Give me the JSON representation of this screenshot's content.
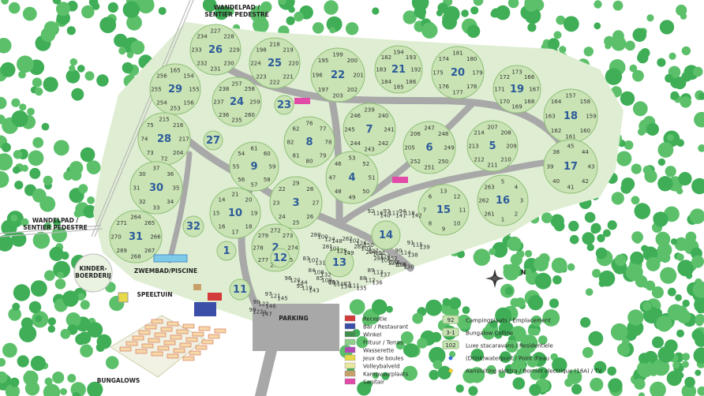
{
  "labels": {
    "wandelpad_top_1": "WANDELPAD /",
    "wandelpad_top_2": "SENTIER PEDESTRE",
    "wandelpad_left_1": "WANDELPAD /",
    "wandelpad_left_2": "SENTIER PEDESTRE",
    "kinderboerderij_1": "KINDER-",
    "kinderboerderij_2": "BOERDERIJ",
    "zwembad": "ZWEMBAD/PISCINE",
    "speeltuin": "SPEELTUIN",
    "parking": "PARKING",
    "bungalows": "BUNGALOWS",
    "compass": "N"
  },
  "zones": [
    "26",
    "25",
    "22",
    "21",
    "20",
    "19",
    "18",
    "29",
    "24",
    "23",
    "7",
    "6",
    "5",
    "28",
    "27",
    "8",
    "9",
    "4",
    "17",
    "30",
    "3",
    "10",
    "15",
    "16",
    "31",
    "32",
    "1",
    "2",
    "12",
    "14",
    "13",
    "11"
  ],
  "pitches": [
    "227",
    "228",
    "229",
    "230",
    "231",
    "232",
    "233",
    "234",
    "218",
    "219",
    "220",
    "221",
    "222",
    "223",
    "224",
    "198",
    "199",
    "200",
    "201",
    "202",
    "203",
    "197",
    "196",
    "195",
    "194",
    "193",
    "192",
    "186",
    "185",
    "184",
    "183",
    "182",
    "181",
    "180",
    "179",
    "178",
    "177",
    "176",
    "175",
    "174",
    "173",
    "166",
    "167",
    "168",
    "169",
    "170",
    "171",
    "172",
    "157",
    "158",
    "159",
    "160",
    "161",
    "162",
    "163",
    "164",
    "165",
    "154",
    "155",
    "156",
    "253",
    "254",
    "255",
    "256",
    "257",
    "258",
    "259",
    "260",
    "235",
    "236",
    "237",
    "238",
    "239",
    "240",
    "241",
    "242",
    "243",
    "244",
    "245",
    "246",
    "247",
    "248",
    "249",
    "250",
    "251",
    "252",
    "205",
    "206",
    "207",
    "208",
    "209",
    "210",
    "211",
    "212",
    "213",
    "214",
    "215",
    "216",
    "217",
    "204",
    "72",
    "73",
    "74",
    "75",
    "76",
    "77",
    "78",
    "79",
    "80",
    "81",
    "82",
    "62",
    "61",
    "60",
    "59",
    "58",
    "57",
    "56",
    "55",
    "54",
    "53",
    "52",
    "51",
    "50",
    "49",
    "48",
    "47",
    "46",
    "45",
    "44",
    "43",
    "42",
    "41",
    "40",
    "39",
    "38",
    "37",
    "36",
    "35",
    "34",
    "33",
    "32",
    "31",
    "30",
    "29",
    "28",
    "27",
    "26",
    "25",
    "24",
    "23",
    "22",
    "21",
    "20",
    "19",
    "18",
    "17",
    "16",
    "15",
    "14",
    "13",
    "12",
    "11",
    "10",
    "9",
    "8",
    "7",
    "6",
    "5",
    "4",
    "3",
    "2",
    "1",
    "261",
    "262",
    "263",
    "264",
    "265",
    "266",
    "267",
    "268",
    "269",
    "270",
    "271",
    "272",
    "273",
    "274",
    "275",
    "276",
    "277",
    "278",
    "279",
    "280",
    "281",
    "282",
    "283",
    "284",
    "285",
    "286",
    "83",
    "84",
    "85",
    "86",
    "87",
    "88",
    "89",
    "90",
    "91",
    "92",
    "93",
    "94",
    "95",
    "96",
    "97",
    "98",
    "99",
    "100",
    "101",
    "102",
    "103",
    "104",
    "105",
    "106",
    "107",
    "108",
    "109",
    "110",
    "111",
    "112",
    "113",
    "114",
    "115",
    "116",
    "117",
    "118",
    "119",
    "120",
    "121",
    "122",
    "122a",
    "124",
    "125",
    "126",
    "127",
    "128",
    "129",
    "130",
    "131",
    "132",
    "133",
    "134",
    "135",
    "136",
    "137",
    "138",
    "139",
    "140",
    "141",
    "142",
    "143",
    "144",
    "145",
    "146",
    "147",
    "148",
    "149",
    "150",
    "151",
    "152",
    "153"
  ],
  "legend": {
    "left": [
      {
        "label": "Receptie",
        "color": "#d33a3a"
      },
      {
        "label": "Bar / Restaurant",
        "color": "#3b4ea8"
      },
      {
        "label": "Winkel",
        "color": "#3f8d4a"
      },
      {
        "label": "Frituur / Terras",
        "color": "#8fcf8a"
      },
      {
        "label": "Wasserette",
        "color": "#b04ab5"
      },
      {
        "label": "Jeux de boules",
        "color": "#e6d94a"
      },
      {
        "label": "Volleybalveld",
        "color": "#e8e8a0"
      },
      {
        "label": "Kampvuurplaats",
        "color": "#c8a06a"
      },
      {
        "label": "Sanitair",
        "color": "#e24aa8"
      }
    ],
    "right": [
      {
        "symbol": "92",
        "label": "Campingplaats / Emplacement"
      },
      {
        "symbol": "3-1",
        "label": "Bungalow Colline"
      },
      {
        "symbol": "102",
        "label": "Luxe stacaravans / Residentiele"
      },
      {
        "symbol": "dot-blue",
        "label": "(Drink)waterpunt / Point d'eau"
      },
      {
        "symbol": "dot-yellow",
        "label": "Aansluiting elektra / Bornier electrique (16A) / TV"
      }
    ]
  }
}
